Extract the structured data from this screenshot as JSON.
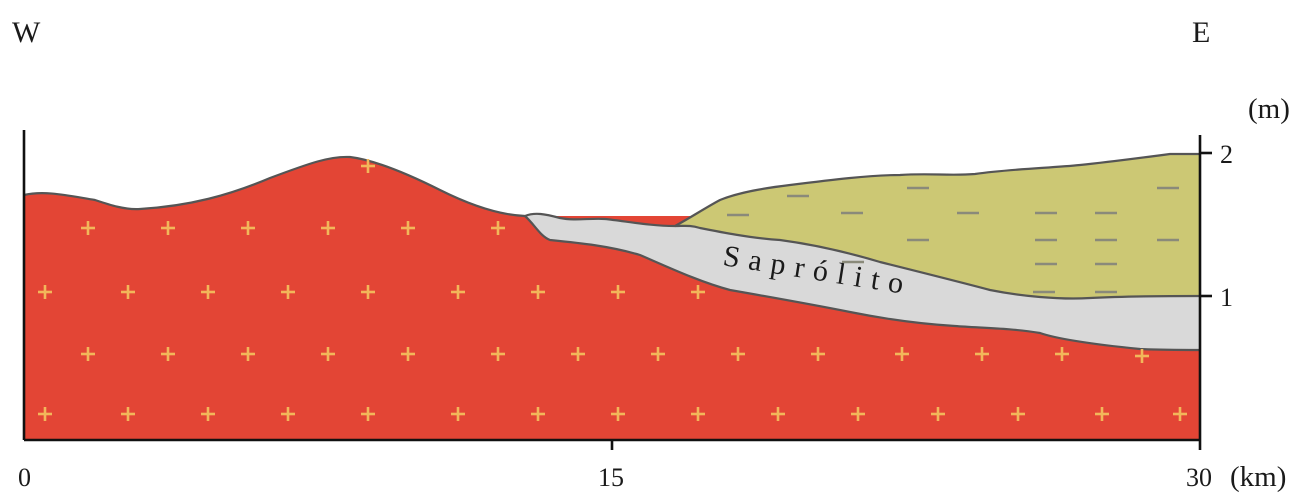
{
  "compass": {
    "west": "W",
    "east": "E"
  },
  "horizontal_axis": {
    "ticks": [
      "0",
      "15",
      "30"
    ],
    "unit": "(km)"
  },
  "vertical_axis": {
    "ticks": [
      "2",
      "1"
    ],
    "unit": "(m)"
  },
  "layers": [
    {
      "id": "bedrock",
      "label": "",
      "symbol": "plus",
      "color": "#e34535",
      "symbol_color": "#f2b75a"
    },
    {
      "id": "saprolite",
      "label": "Saprólito",
      "symbol": "none",
      "color": "#d9d9d9"
    },
    {
      "id": "sediment_cover",
      "label": "",
      "symbol": "dash",
      "color": "#ccc874",
      "symbol_color": "#8a8a7a"
    }
  ],
  "colors": {
    "outline": "#555555",
    "axis": "#111111",
    "text": "#1a1a1a"
  }
}
